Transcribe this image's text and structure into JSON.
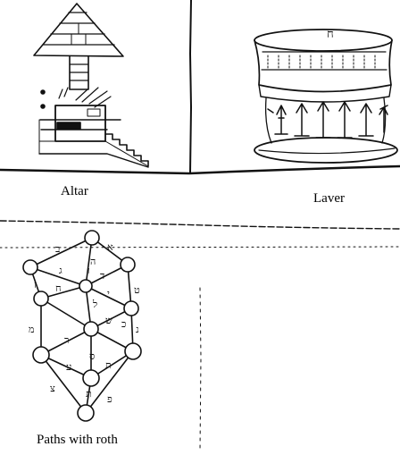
{
  "captions": {
    "altar": "Altar",
    "laver": "Laver",
    "paths": "Paths with roth"
  },
  "laver_letter": "ח",
  "tree_letters": [
    "ב",
    "א",
    "ה",
    "ג",
    "ד",
    "ו",
    "ח",
    "ז",
    "ט",
    "י",
    "ל",
    "ש",
    "כ",
    "מ",
    "ר",
    "ע",
    "נ",
    "פ",
    "צ",
    "ת",
    "ת",
    "ס"
  ],
  "colors": {
    "ink": "#111111",
    "paper": "#ffffff"
  }
}
